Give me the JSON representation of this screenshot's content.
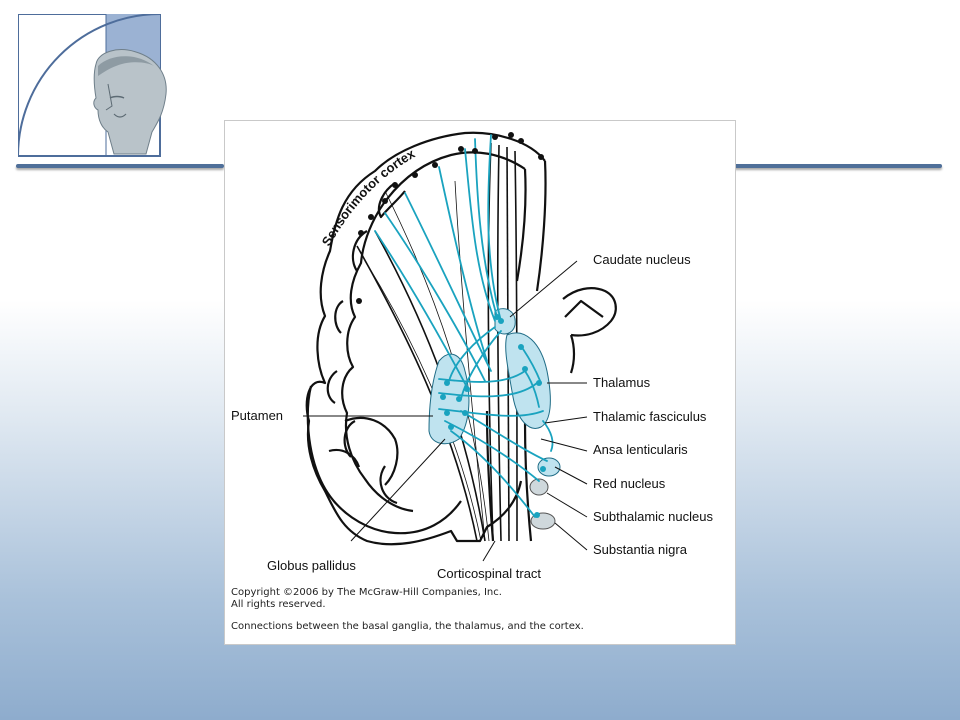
{
  "figure": {
    "title": "Sensorimotor cortex",
    "labels": {
      "caudate": "Caudate nucleus",
      "thalamus": "Thalamus",
      "putamen": "Putamen",
      "thalamic_fasciculus": "Thalamic fasciculus",
      "ansa": "Ansa lenticularis",
      "red_nucleus": "Red nucleus",
      "subthalamic": "Subthalamic nucleus",
      "substantia_nigra": "Substantia nigra",
      "globus_pallidus": "Globus pallidus",
      "corticospinal": "Corticospinal tract"
    },
    "copyright_line1": "Copyright ©2006 by The McGraw-Hill Companies, Inc.",
    "copyright_line2": "All rights reserved.",
    "caption": "Connections between the basal ganglia, the thalamus, and the cortex."
  },
  "colors": {
    "pathway": "#1aa3bf",
    "nucleus_fill": "#bfe3ef",
    "rule": "#4f6f99"
  }
}
